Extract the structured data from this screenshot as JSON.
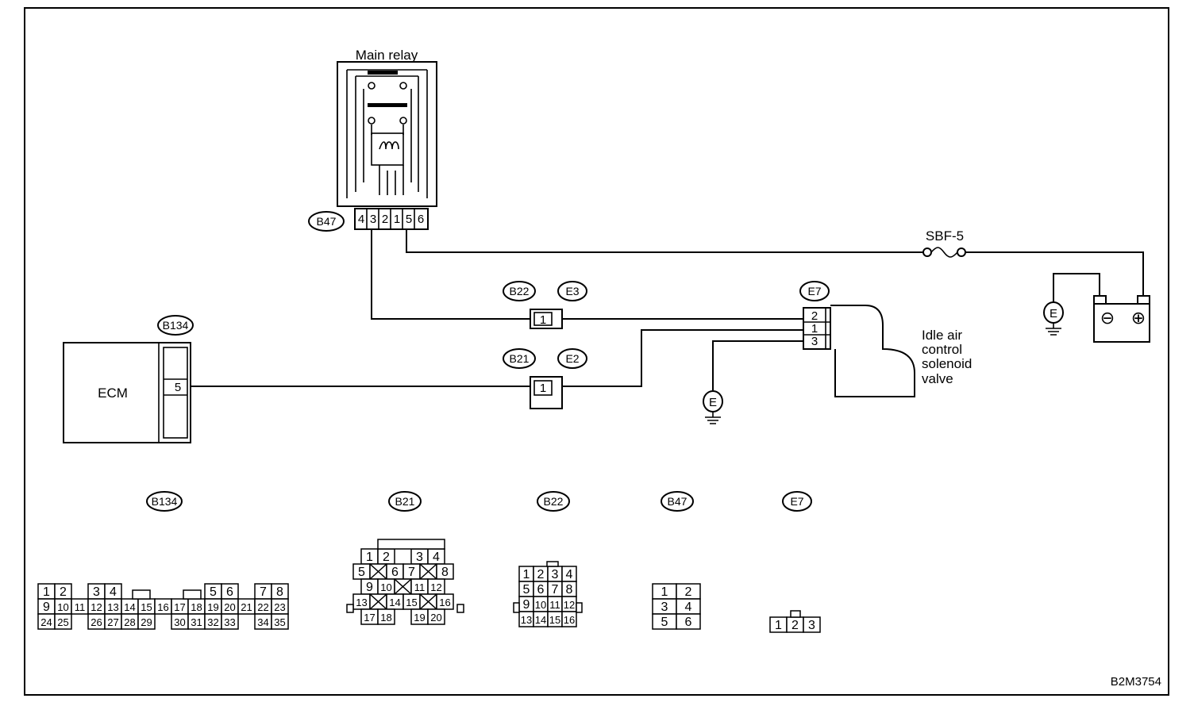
{
  "main_relay": {
    "title": "Main relay",
    "connector": "B47",
    "terminals": [
      "4",
      "3",
      "2",
      "1",
      "5",
      "6"
    ]
  },
  "fuse": {
    "label": "SBF-5"
  },
  "ecm": {
    "label": "ECM",
    "connector": "B134",
    "pin": "5"
  },
  "joint_e3": {
    "tags": [
      "B22",
      "E3"
    ],
    "pin": "1"
  },
  "joint_e2": {
    "tags": [
      "B21",
      "E2"
    ],
    "pin": "1"
  },
  "iacv": {
    "connector": "E7",
    "pins": [
      "2",
      "1",
      "3"
    ],
    "label_lines": [
      "Idle air",
      "control",
      "solenoid",
      "valve"
    ]
  },
  "ground_symbol": "E",
  "battery": {
    "ground": "E",
    "minus": "⊖",
    "plus": "⊕"
  },
  "connector_faces": {
    "b134": {
      "tag": "B134",
      "rows": [
        [
          "1",
          "2",
          "",
          "3",
          "4",
          "",
          "",
          "",
          "",
          "",
          "5",
          "6",
          "",
          "7",
          "8"
        ],
        [
          "9",
          "10",
          "11",
          "12",
          "13",
          "14",
          "15",
          "16",
          "17",
          "18",
          "19",
          "20",
          "21",
          "22",
          "23"
        ],
        [
          "24",
          "25",
          "",
          "26",
          "27",
          "28",
          "29",
          "",
          "30",
          "31",
          "32",
          "33",
          "",
          "34",
          "35"
        ]
      ]
    },
    "b21": {
      "tag": "B21",
      "rows": [
        [
          "1",
          "2",
          "",
          "3",
          "4"
        ],
        [
          "5",
          "X",
          "6",
          "7",
          "X",
          "8"
        ],
        [
          "9",
          "10",
          "X",
          "11",
          "12"
        ],
        [
          "13",
          "X",
          "14",
          "15",
          "X",
          "16"
        ],
        [
          "17",
          "18",
          "",
          "19",
          "20"
        ]
      ]
    },
    "b22": {
      "tag": "B22",
      "rows": [
        [
          "1",
          "2",
          "3",
          "4"
        ],
        [
          "5",
          "6",
          "7",
          "8"
        ],
        [
          "9",
          "10",
          "11",
          "12"
        ],
        [
          "13",
          "14",
          "15",
          "16"
        ]
      ]
    },
    "b47": {
      "tag": "B47",
      "rows": [
        [
          "1",
          "2"
        ],
        [
          "3",
          "4"
        ],
        [
          "5",
          "6"
        ]
      ]
    },
    "e7": {
      "tag": "E7",
      "rows": [
        [
          "1",
          "2",
          "3"
        ]
      ]
    }
  },
  "figure_code": "B2M3754"
}
